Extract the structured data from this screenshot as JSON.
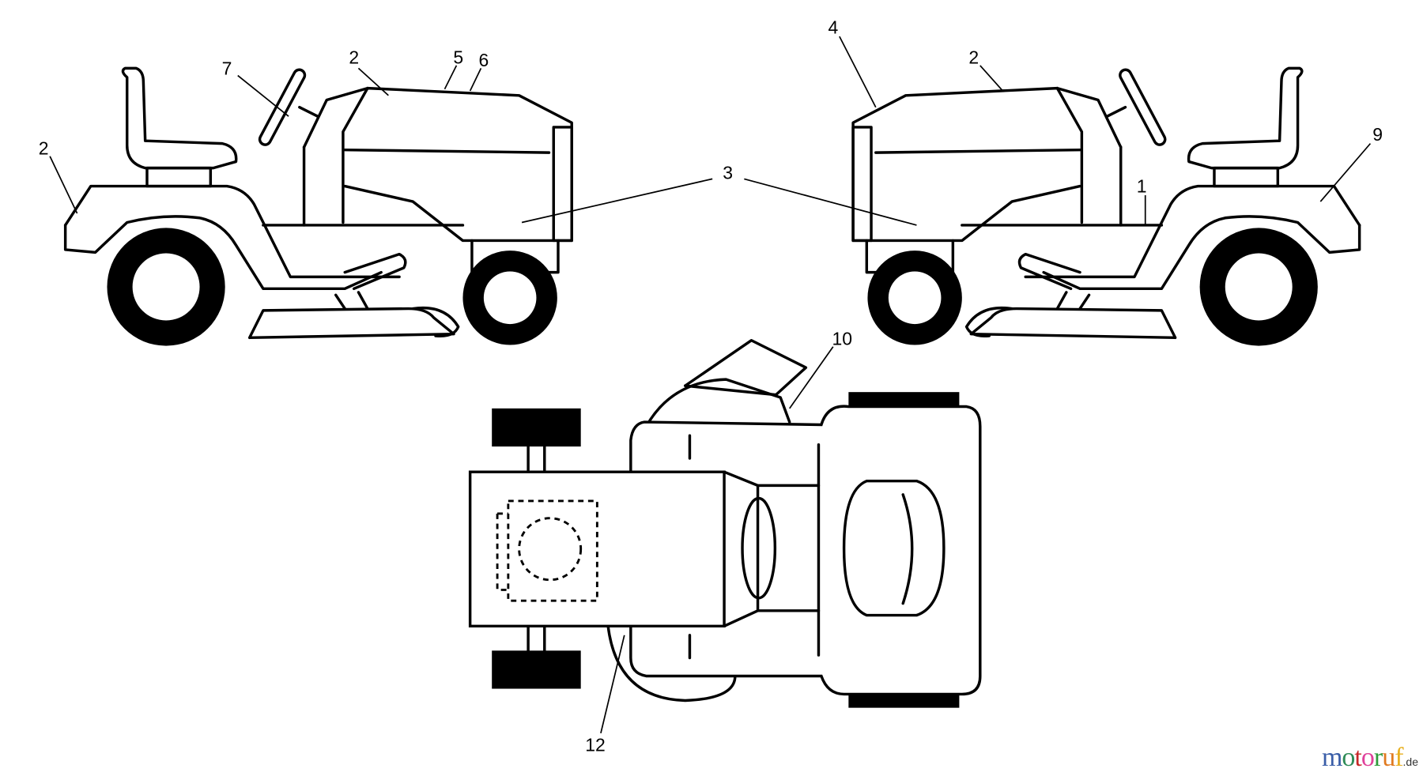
{
  "callouts": {
    "left_steering": "7",
    "left_hood": "2",
    "left_hood_top_a": "5",
    "left_hood_top_b": "6",
    "left_fender": "2",
    "side_panels": "3",
    "right_hood_front": "4",
    "right_hood": "2",
    "right_fender": "9",
    "right_side": "1",
    "top_chute": "10",
    "top_deck": "12"
  },
  "watermark": {
    "letters": [
      "m",
      "o",
      "t",
      "o",
      "r",
      "u",
      "f"
    ],
    "colors": [
      "#3a5ea8",
      "#2e8b57",
      "#c62828",
      "#e0409a",
      "#2e9a3a",
      "#e07a20",
      "#e8b020"
    ],
    "suffix": ".de"
  }
}
